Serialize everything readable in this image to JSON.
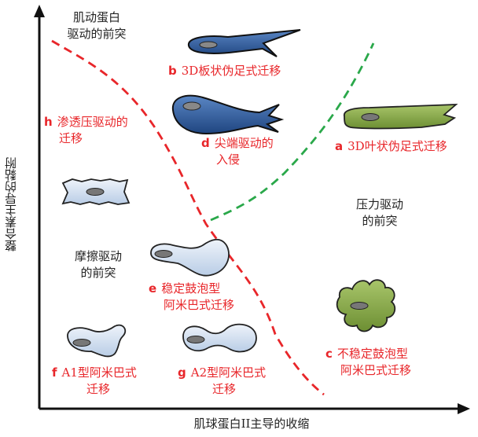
{
  "axes": {
    "x_label": "肌球蛋白II主导的收缩",
    "y_label": "整合素主导的黏附"
  },
  "regions": {
    "top_left": [
      "肌动蛋白",
      "驱动的前突"
    ],
    "left_middle": [
      "摩擦驱动",
      "的前突"
    ],
    "right_middle": [
      "压力驱动",
      "的前突"
    ]
  },
  "modes": {
    "a": {
      "key": "a",
      "lines": [
        "3D叶状伪足式迁移"
      ]
    },
    "b": {
      "key": "b",
      "lines": [
        "3D板状伪足式迁移"
      ]
    },
    "c": {
      "key": "c",
      "lines": [
        "不稳定鼓泡型",
        "阿米巴式迁移"
      ]
    },
    "d": {
      "key": "d",
      "lines": [
        "尖端驱动的",
        "入侵"
      ]
    },
    "e": {
      "key": "e",
      "lines": [
        "稳定鼓泡型",
        "阿米巴式迁移"
      ]
    },
    "f": {
      "key": "f",
      "lines": [
        "A1型阿米巴式",
        "迁移"
      ]
    },
    "g": {
      "key": "g",
      "lines": [
        "A2型阿米巴式",
        "迁移"
      ]
    },
    "h": {
      "key": "h",
      "lines": [
        "渗透压驱动的",
        "迁移"
      ]
    }
  },
  "colors": {
    "red_dashed_boundary": "#e8262a",
    "green_dashed_boundary": "#2aa84a",
    "label_red": "#e8262a",
    "cell_dark_blue": "#2e5b9c",
    "cell_light_blue": "#c9d9ec",
    "cell_green": "#8aac4c",
    "nucleus": "#777777",
    "axis": "#111111"
  },
  "icons": [
    "arrow-up-icon",
    "arrow-right-icon"
  ]
}
